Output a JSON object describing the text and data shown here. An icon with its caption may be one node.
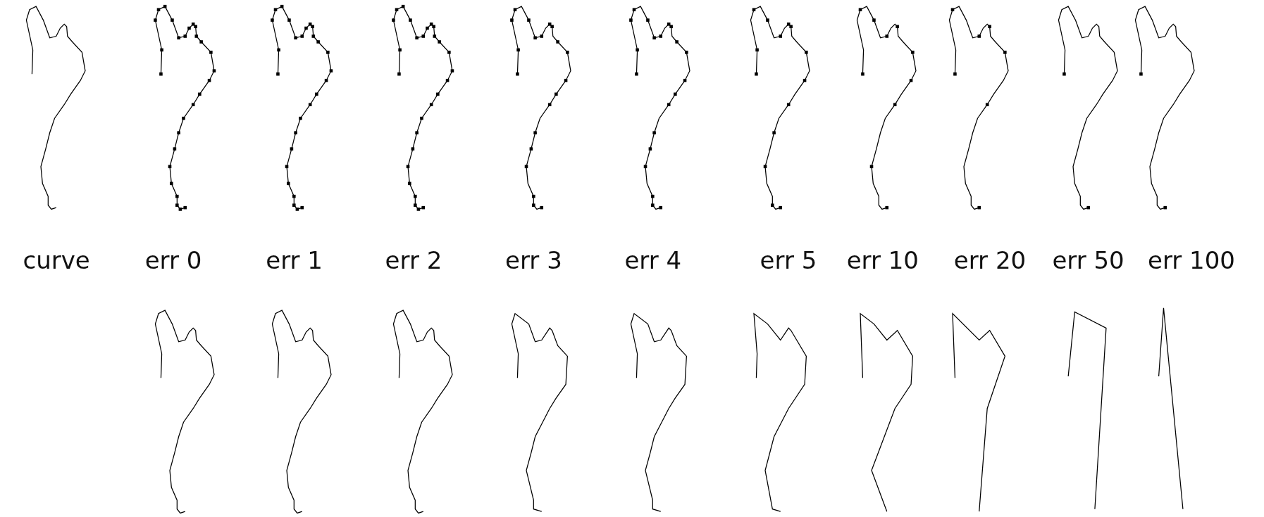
{
  "diagram": {
    "labels": [
      "curve",
      "err 0",
      "err 1",
      "err 2",
      "err 3",
      "err 4",
      "err 5",
      "err 10",
      "err 20",
      "err 50",
      "err 100"
    ]
  }
}
